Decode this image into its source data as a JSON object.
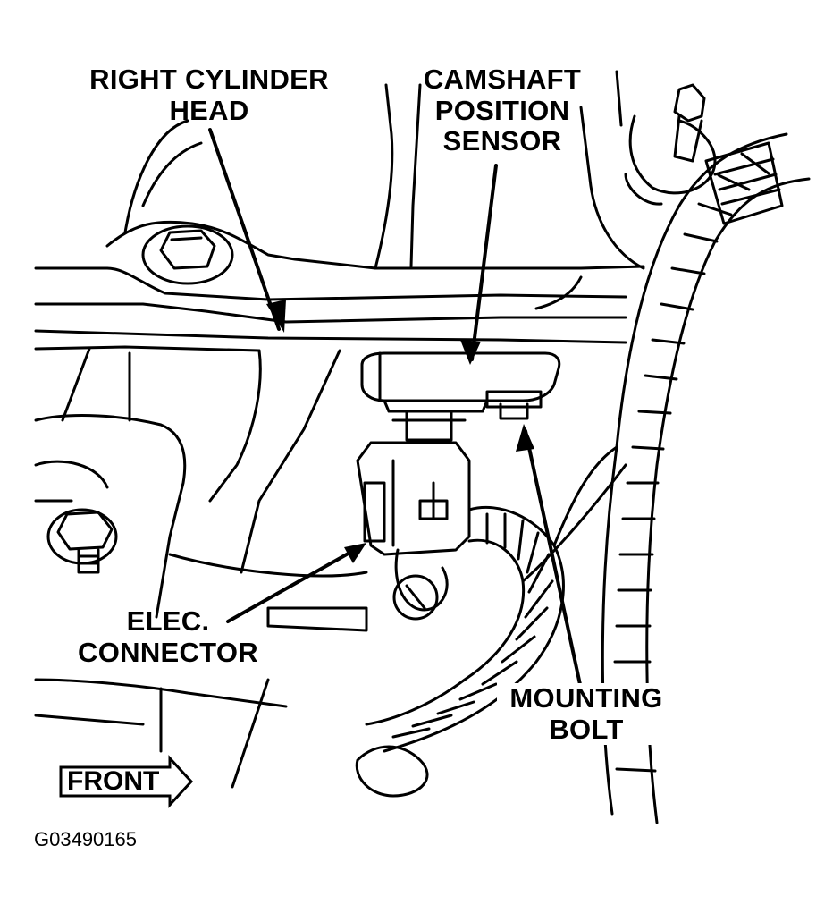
{
  "labels": {
    "cylinder_head": [
      "RIGHT CYLINDER",
      "HEAD"
    ],
    "camshaft_sensor": [
      "CAMSHAFT",
      "POSITION",
      "SENSOR"
    ],
    "elec_connector": [
      "ELEC.",
      "CONNECTOR"
    ],
    "mounting_bolt": [
      "MOUNTING",
      "BOLT"
    ],
    "front": "FRONT"
  },
  "figure_id": "G03490165",
  "colors": {
    "ink": "#000000",
    "paper": "#ffffff"
  }
}
